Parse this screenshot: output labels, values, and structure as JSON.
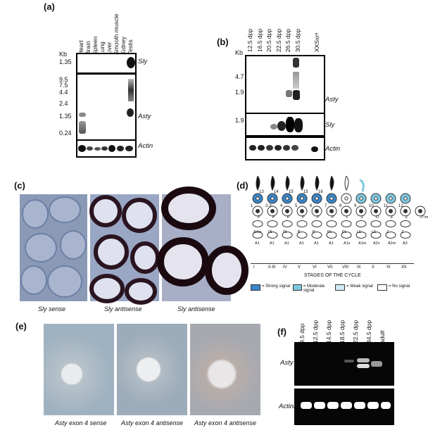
{
  "panel_a": {
    "label": "(a)",
    "lanes": [
      "Heart",
      "Brain",
      "Spleen",
      "Lung",
      "Liver",
      "Smooth muscle",
      "Kidney",
      "Testis"
    ],
    "kb_header": "Kb",
    "top_marker": "1.35",
    "top_gene": "Sly",
    "mid_markers": [
      "9.5",
      "7.5",
      "4.4",
      "2.4",
      "1.35",
      "0.24"
    ],
    "mid_gene": "Asty",
    "bottom_gene": "Actin"
  },
  "panel_b": {
    "label": "(b)",
    "lanes": [
      "12.5 dpp",
      "16.5 dpp",
      "20.5 dpp",
      "22.5 dpp",
      "26.5 dpp",
      "30.5 dpp",
      "",
      "XXSxrᵃ"
    ],
    "kb_header": "Kb",
    "top_markers": [
      "4.7",
      "1.9"
    ],
    "top_gene": "Asty",
    "mid_marker": "1.9",
    "mid_gene": "Sly",
    "bottom_gene": "Actin"
  },
  "panel_c": {
    "label": "(c)",
    "captions": [
      "Sly sense",
      "Sly antisense",
      "Sly antisense"
    ]
  },
  "panel_d": {
    "label": "(d)",
    "spermatid_numbers": [
      "13",
      "14",
      "15",
      "15",
      "16"
    ],
    "row1_numbers": [
      "1",
      "2-3",
      "4",
      "5",
      "6",
      "7",
      "8",
      "9",
      "10",
      "11",
      "12"
    ],
    "row2_labels": [
      "P",
      "P",
      "P",
      "P",
      "P",
      "P",
      "L",
      "Z",
      "D",
      "Z",
      "Z",
      "2°/m"
    ],
    "row3_labels": [
      "A4m",
      "IN",
      "IN",
      "B",
      "B",
      "PL",
      "PL",
      "LE",
      "LE",
      "Z",
      "Z"
    ],
    "row4_labels": [
      "A1",
      "A1",
      "A1",
      "A1",
      "A1",
      "A1",
      "A1s",
      "A1m",
      "A2s",
      "A2m",
      "A3"
    ],
    "stages": [
      "I",
      "II-III",
      "IV",
      "V",
      "VI",
      "VII",
      "VIII",
      "IX",
      "X",
      "XI",
      "XII"
    ],
    "stages_title": "STAGES OF THE CYCLE",
    "legend": [
      {
        "label": "= Strong signal",
        "color": "#3a86c8"
      },
      {
        "label": "= Moderate signal",
        "color": "#7fc8e0"
      },
      {
        "label": "= Weak signal",
        "color": "#cfeaf3"
      },
      {
        "label": "= No signal",
        "color": "#ffffff"
      }
    ]
  },
  "panel_e": {
    "label": "(e)",
    "captions": [
      "Asty exon 4 sense",
      "Asty exon 4 antisense",
      "Asty exon 4 antisense"
    ]
  },
  "panel_f": {
    "label": "(f)",
    "lanes": [
      "9.5 dpp",
      "12.5 dpp",
      "14.5 dpp",
      "18.5 dpp",
      "22.5 dpp",
      "34.5 dpp",
      "adult"
    ],
    "top_gene": "Asty",
    "bottom_gene": "Actinb"
  }
}
